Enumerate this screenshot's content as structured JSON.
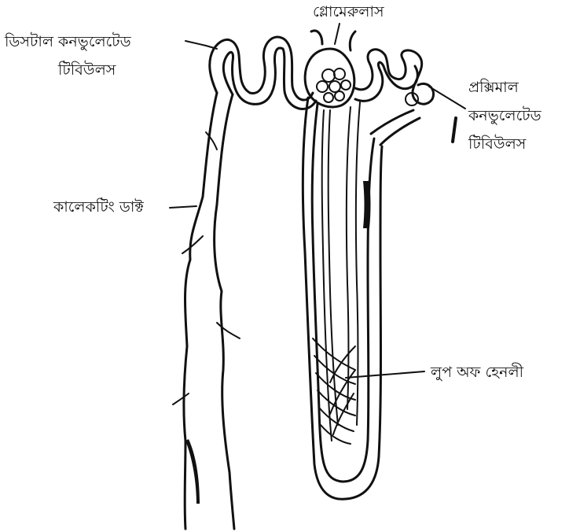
{
  "labels": {
    "distal_line1": "ডিসটাল কনভুলেটেড",
    "distal_line2": "টিবিউলস",
    "glomerulus": "গ্লোমেরুলাস",
    "proximal_line1": "প্রক্সিমাল",
    "proximal_line2": "কনভুলেটেড",
    "proximal_line3": "টিবিউলস",
    "collecting_duct": "কালেকটিং ডাক্ট",
    "loop_of_henle": "লুপ অফ হেনলী"
  }
}
